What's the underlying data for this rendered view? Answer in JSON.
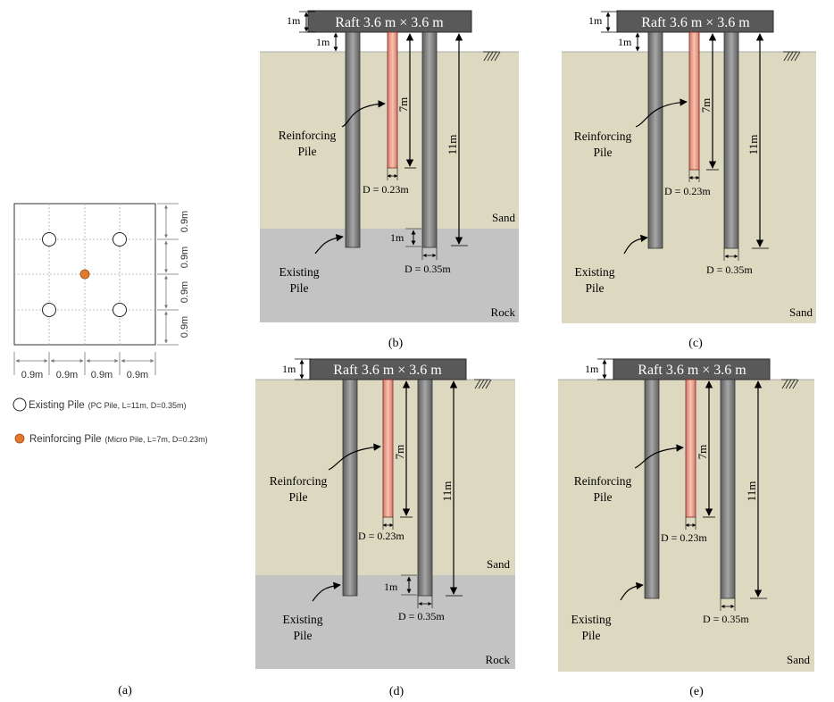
{
  "plan": {
    "spacing_labels": [
      "0.9m",
      "0.9m",
      "0.9m",
      "0.9m"
    ],
    "legend": [
      {
        "label": "Existing Pile",
        "detail": "(PC Pile, L=11m, D=0.35m)",
        "color": "#ffffff"
      },
      {
        "label": "Reinforcing Pile",
        "detail": "(Micro Pile, L=7m, D=0.23m)",
        "color": "#e07a2e"
      }
    ],
    "caption": "(a)"
  },
  "sections": [
    {
      "caption": "(b)",
      "rock": true,
      "soil": "Sand",
      "rock_label": "Rock",
      "pile_tip_gap": "1m"
    },
    {
      "caption": "(c)",
      "rock": false,
      "soil": "Sand",
      "rock_label": "",
      "pile_tip_gap": ""
    },
    {
      "caption": "(d)",
      "rock": true,
      "soil": "Sand",
      "rock_label": "Rock",
      "pile_tip_gap": "1m"
    },
    {
      "caption": "(e)",
      "rock": false,
      "soil": "Sand",
      "rock_label": "",
      "pile_tip_gap": ""
    }
  ],
  "common": {
    "raft": "Raft 3.6 m × 3.6 m",
    "raft_thickness": "1m",
    "embed_depth": "1m",
    "reinforcing_length": "7m",
    "existing_length": "11m",
    "reinforcing_diameter": "D = 0.23m",
    "existing_diameter": "D = 0.35m",
    "reinforcing_label_1": "Reinforcing",
    "reinforcing_label_2": "Pile",
    "existing_label_1": "Existing",
    "existing_label_2": "Pile"
  },
  "colors": {
    "sand": "#dcd9c0",
    "rock": "#c3c3c3",
    "raft": "#595959",
    "pile": "#808080",
    "reinforcing_pile": "#eaa48e"
  }
}
